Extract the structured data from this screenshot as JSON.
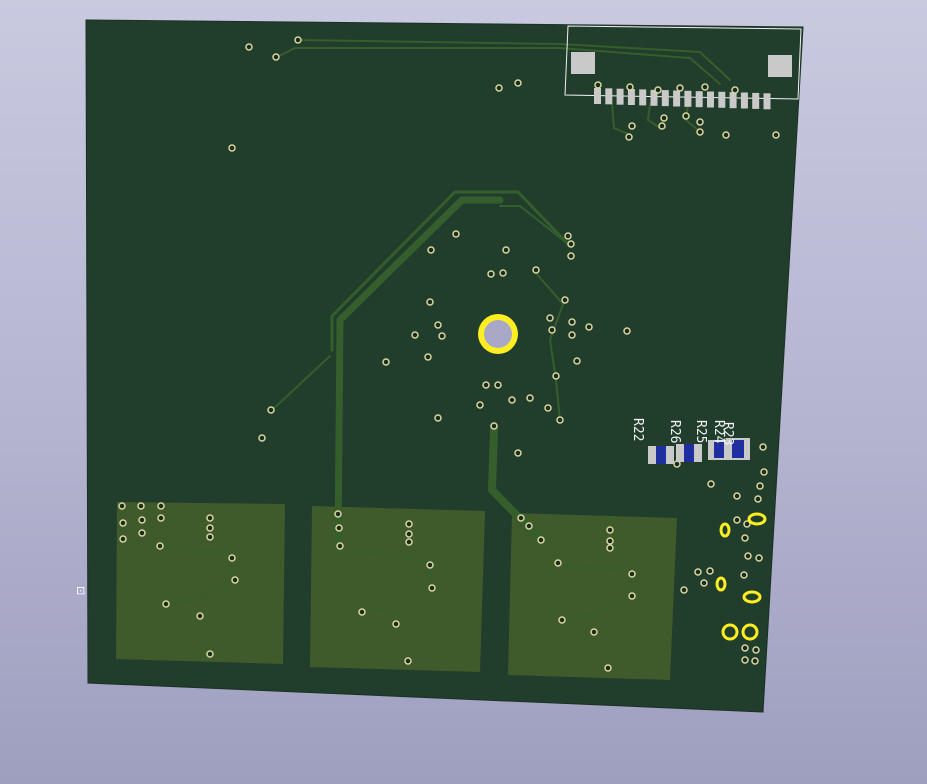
{
  "viewer": {
    "background_top": "#c9c9e0",
    "background_bottom": "#9e9ebf"
  },
  "board": {
    "substrate_color": "#213d2c",
    "copper_pour_color": "#3f5a2b",
    "trace_color": "#355e2c",
    "via_color": "#d8d8a0",
    "pad_color": "#c9c9c9",
    "mount_hole_ring_color": "#ffee22",
    "mount_hole_center_color": "#a9a9c7",
    "silkscreen_color": "#f2f2f2",
    "resistor_body_color": "#1f2fa0"
  },
  "silkscreen": {
    "resistor_labels": [
      "R22",
      "R26",
      "R25",
      "R24",
      "R23"
    ],
    "origin_marker": "⊡"
  }
}
